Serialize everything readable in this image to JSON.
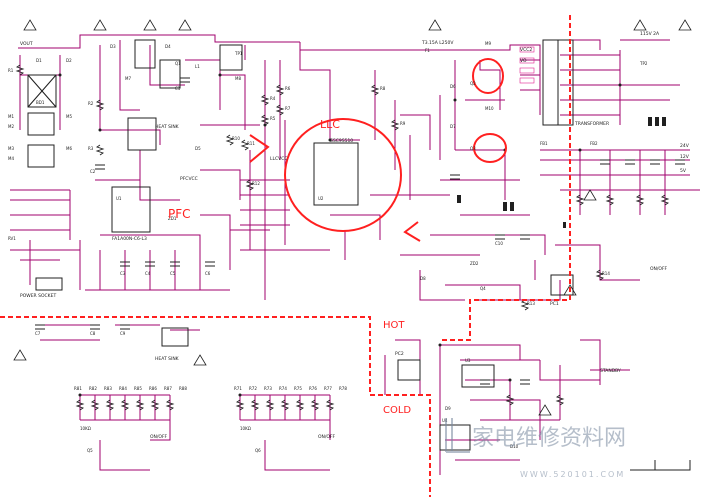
{
  "colors": {
    "wire": "#a0006e",
    "red": "#ff2020",
    "dark": "#202020",
    "blue": "#1a3fb0",
    "green": "#0a7a20",
    "hatch": "#7a8aa0"
  },
  "regions": {
    "pfc": "PFC",
    "llc": "LLC",
    "hot": "HOT",
    "cold": "COLD"
  },
  "ic_labels": {
    "llc_ic": "SSC9S510",
    "pfc_ic": "FA1A00N-C6-L3",
    "transformer": "TRANSFORMER"
  },
  "header_labels": {
    "fuse": "T3.15A L250V",
    "hv_note": "115V 2A",
    "vout": "VOUT",
    "vcc2": "VCC2",
    "vo": "VO",
    "power_socket": "POWER SOCKET",
    "heat_sink_1": "HEAT SINK",
    "heat_sink_2": "HEAT SINK",
    "pc1": "PC1",
    "pc2": "PC2",
    "on_off_1": "ON/OFF",
    "on_off_2": "ON/OFF",
    "on_off_3": "ON/OFF",
    "standby": "STANDBY",
    "llcvcc": "LLCVCC",
    "pfcvcc": "PFCVCC",
    "v24": "24V",
    "v12": "12V",
    "v5": "5V"
  },
  "component_refs": [
    "R1",
    "R2",
    "R3",
    "R4",
    "R5",
    "R6",
    "R7",
    "R8",
    "R9",
    "R10",
    "R11",
    "R12",
    "R13",
    "R14",
    "D1",
    "D2",
    "D3",
    "D4",
    "D5",
    "D6",
    "D7",
    "D8",
    "D9",
    "D10",
    "M1",
    "M2",
    "M3",
    "M4",
    "M5",
    "M6",
    "M7",
    "M8",
    "M9",
    "M10",
    "C1",
    "C2",
    "C3",
    "C4",
    "C5",
    "C6",
    "C7",
    "C8",
    "C9",
    "C10",
    "Q1",
    "Q2",
    "Q3",
    "Q4",
    "Q5",
    "Q6",
    "U1",
    "U2",
    "U3",
    "U4",
    "L1",
    "F1",
    "FB1",
    "FB2",
    "ZD1",
    "ZD2",
    "BD1",
    "RV1",
    "TP1",
    "TP2"
  ],
  "bottom_row_labels": {
    "row_left": [
      "R81",
      "R82",
      "R83",
      "R84",
      "R85",
      "R86",
      "R87",
      "R88"
    ],
    "row_mid": [
      "R71",
      "R72",
      "R73",
      "R74",
      "R75",
      "R76",
      "R77",
      "R78"
    ],
    "values": "10KΩ"
  },
  "watermark": {
    "title": "家电维修资料网",
    "url": "WWW.520101.COM"
  }
}
